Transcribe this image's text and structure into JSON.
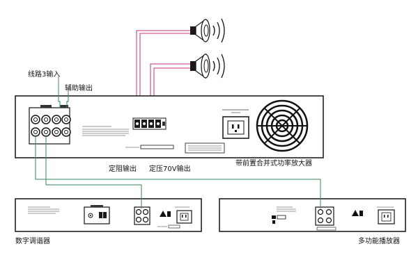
{
  "labels": {
    "line3_input": "线路3输入",
    "aux_output": "辅助输出",
    "fixed_impedance_output": "定阻输出",
    "constant_voltage_output": "定压70V输出",
    "amplifier": "带前置合并式功率放大器",
    "digital_tuner": "数字调谐器",
    "multi_player": "多功能播放器"
  },
  "colors": {
    "speaker_wire": "#c0307a",
    "signal_wire": "#2f8a57",
    "outline": "#111111",
    "panel_fill": "#ffffff"
  },
  "icons": {
    "speaker": "loudspeaker-icon",
    "sound_waves": "sound-waves-icon",
    "fan": "cooling-fan-icon",
    "power_socket": "power-socket-icon"
  }
}
